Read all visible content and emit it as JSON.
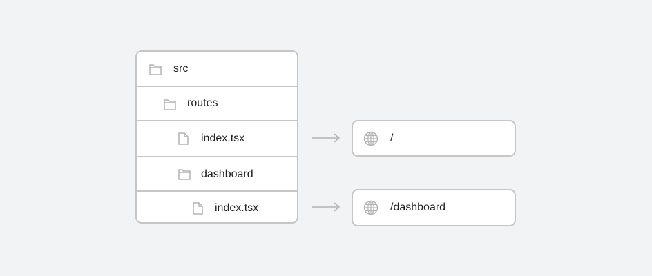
{
  "tree": {
    "rows": [
      {
        "label": "src",
        "icon": "folder-icon"
      },
      {
        "label": "routes",
        "icon": "folder-icon"
      },
      {
        "label": "index.tsx",
        "icon": "file-icon"
      },
      {
        "label": "dashboard",
        "icon": "folder-icon"
      },
      {
        "label": "index.tsx",
        "icon": "file-icon"
      }
    ]
  },
  "routes": [
    {
      "path": "/",
      "icon": "globe-icon"
    },
    {
      "path": "/dashboard",
      "icon": "globe-icon"
    }
  ],
  "colors": {
    "background": "#f2f3f5",
    "border": "#c6c6c6",
    "icon": "#b3b3b3",
    "arrow": "#b3b3b3",
    "text": "#1f1f1f"
  }
}
